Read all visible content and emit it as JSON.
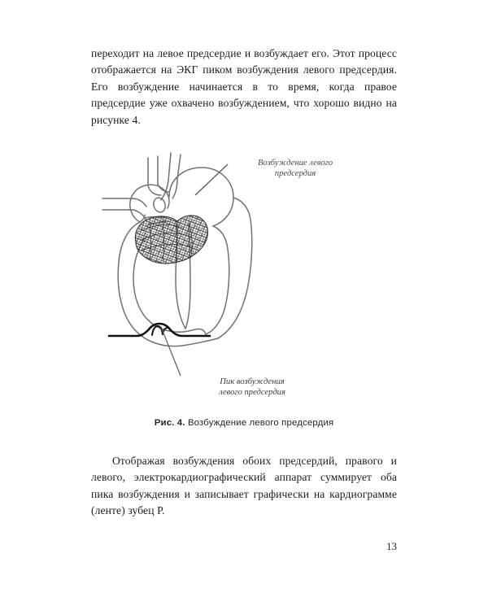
{
  "page": {
    "number": "13",
    "background_color": "#ffffff",
    "text_color": "#1c1c1c"
  },
  "body": {
    "paragraph_top": "переходит на левое предсердие и возбуждает его. Этот процесс отображается на ЭКГ пиком возбуждения левого предсердия. Его возбуждение начинается в то время, когда правое предсердие уже охвачено возбуждением, что хорошо видно на рисунке 4.",
    "paragraph_bottom": "Отображая возбуждения обоих предсердий, правого и левого, электрокардиографический аппарат суммирует оба пика возбуждения и записывает графически на кардиограмме (ленте) зубец Р."
  },
  "figure": {
    "annotation_heart": "Возбуждение левого\nпредсердия",
    "annotation_wave": "Пик возбуждения\nлевого предсердия",
    "caption_label": "Рис. 4.",
    "caption_text": " Возбуждение левого предсердия",
    "line_color": "#6e6e6e",
    "wave_color": "#111111",
    "hatch_color": "#333333"
  }
}
